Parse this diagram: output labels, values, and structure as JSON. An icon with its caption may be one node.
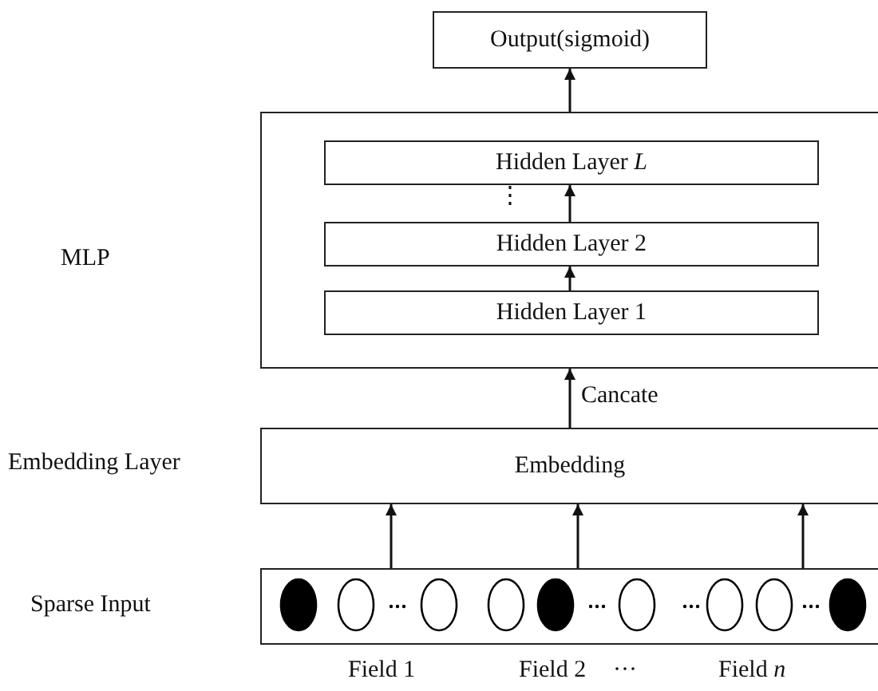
{
  "diagram": {
    "nodes": [
      {
        "text": [
          "Output(sigmoid)"
        ]
      },
      {
        "text": [],
        "shape": "box"
      },
      {
        "text": [
          "Hidden Layer *L*"
        ],
        "in": 1
      },
      {
        "text": [
          "Hidden Layer 2"
        ],
        "in": 1
      },
      {
        "text": [
          "Hidden Layer 1"
        ],
        "in": 1
      },
      {
        "text": [
          "Embedding"
        ],
        "beside": [
          "Embedding Layer"
        ]
      },
      {
        "text": [],
        "shape": "box"
      }
    ],
    "edges": [
      {
        "from": 4,
        "to": 3,
        "arrow": "to"
      },
      {
        "from": 3,
        "to": 2,
        "arrow": "to"
      },
      {
        "from": 1,
        "to": 0,
        "arrow": "to"
      },
      {
        "from": 5,
        "to": 1,
        "arrow": "to",
        "label": "Cancate"
      },
      {
        "from": 6,
        "to": 5,
        "arrow": "to"
      },
      {
        "from": 6,
        "to": 5,
        "arrow": "to"
      },
      {
        "from": 6,
        "to": 5,
        "arrow": "to"
      }
    ],
    "labels": [
      "MLP",
      "Sparse Input",
      "⋮",
      "Field 1",
      "Field 2",
      "···",
      "Field *n*"
    ]
  }
}
